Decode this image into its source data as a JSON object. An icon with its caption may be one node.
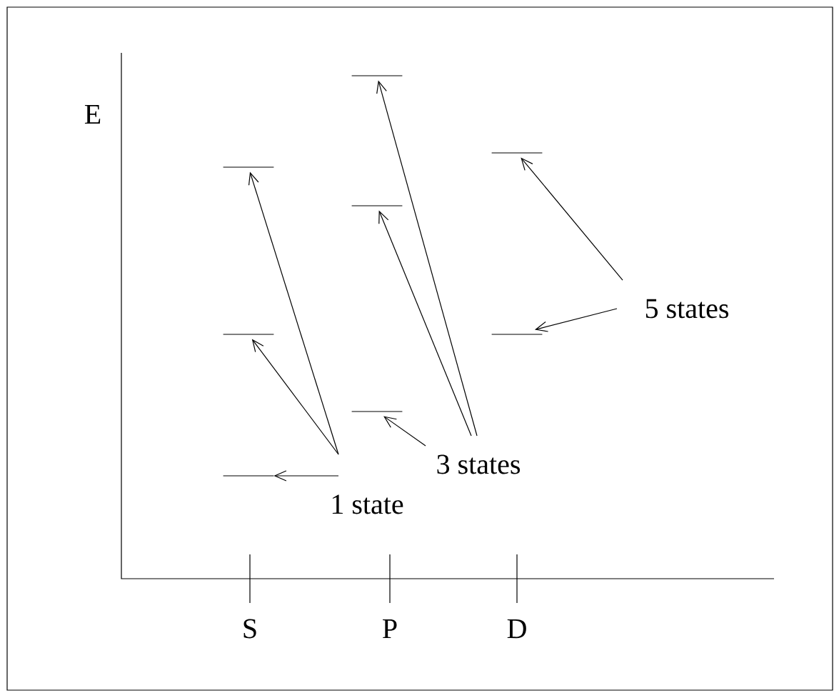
{
  "diagram": {
    "nodes": [
      {
        "text": [],
        "shape": "bar"
      },
      {
        "text": [],
        "shape": "bar"
      },
      {
        "text": [],
        "shape": "bar"
      },
      {
        "text": [],
        "shape": "bar"
      },
      {
        "text": [],
        "shape": "bar"
      },
      {
        "text": [],
        "shape": "bar"
      },
      {
        "text": [],
        "shape": "bar"
      },
      {
        "text": [],
        "shape": "bar"
      },
      {
        "text": [
          "1 state"
        ]
      },
      {
        "text": [
          "3 states"
        ]
      },
      {
        "text": [
          "5 states"
        ]
      }
    ],
    "edges": [
      {
        "from": 8,
        "to": 0,
        "arrow": "to"
      },
      {
        "from": 8,
        "to": 1,
        "arrow": "to"
      },
      {
        "from": 8,
        "to": 2,
        "arrow": "to"
      },
      {
        "from": 9,
        "to": 3,
        "arrow": "to"
      },
      {
        "from": 9,
        "to": 4,
        "arrow": "to"
      },
      {
        "from": 9,
        "to": 5,
        "arrow": "to"
      },
      {
        "from": 10,
        "to": 6,
        "arrow": "to"
      },
      {
        "from": 10,
        "to": 7,
        "arrow": "to"
      }
    ],
    "labels": [
      "E",
      "S",
      "P",
      "D"
    ]
  }
}
